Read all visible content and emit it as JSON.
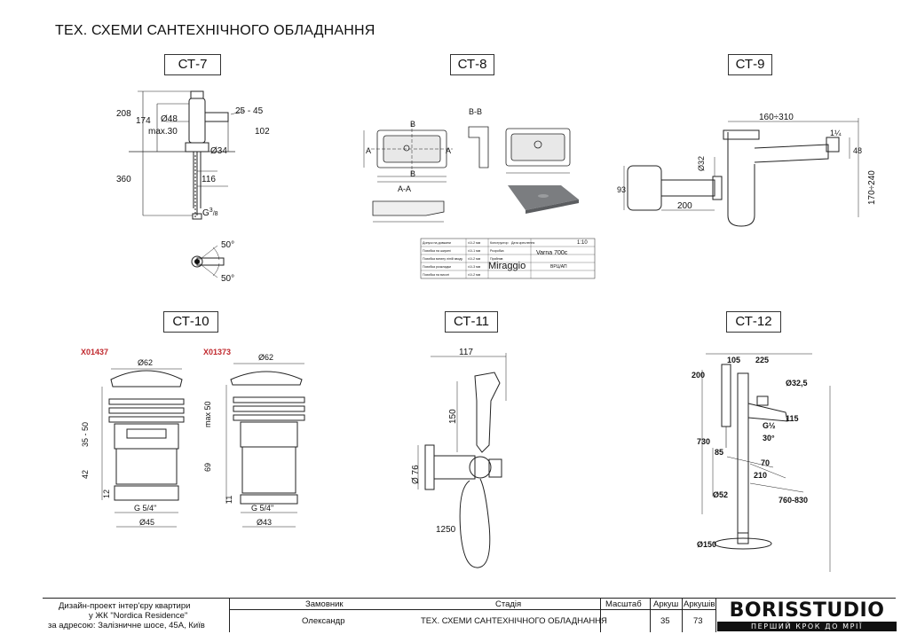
{
  "page": {
    "title": "ТЕХ. СХЕМИ САНТЕХНІЧНОГО ОБЛАДНАННЯ"
  },
  "labels": {
    "ct7": "СТ-7",
    "ct8": "СТ-8",
    "ct9": "СТ-9",
    "ct10": "СТ-10",
    "ct11": "СТ-11",
    "ct12": "СТ-12"
  },
  "ct7": {
    "dims": [
      "208",
      "174",
      "Ø48",
      "max.30",
      "25 - 45",
      "102",
      "Ø34",
      "360",
      "116",
      "G",
      "3",
      "/8",
      "50°",
      "50°"
    ]
  },
  "ct8": {
    "sections": [
      "B-B",
      "A-A"
    ],
    "marks": [
      "A",
      "A",
      "B",
      "B"
    ],
    "table_rows": [
      [
        "Допуск на довжини",
        "±1/-2 мм",
        "Конструктор",
        "Дата креслення"
      ],
      [
        "Похибка на ширині",
        "±1/-1 мм",
        "Розробка",
        ""
      ],
      [
        "Похибка вигину ліній зводу",
        "±1/-2 мм",
        "Прийняв",
        ""
      ],
      [
        "Похибка розкладки",
        "±1/-3 мм",
        "",
        ""
      ],
      [
        "Похибка на висоті",
        "±1/-2 мм",
        "",
        ""
      ]
    ],
    "model": "Varna 700c",
    "brand": "Miraggio",
    "scale": "1:10",
    "code": "ВРЦ/АП"
  },
  "ct9": {
    "dims": [
      "160÷310",
      "1¼",
      "48",
      "Ø32",
      "93",
      "200",
      "170÷240"
    ]
  },
  "ct10": {
    "codes": [
      "X01437",
      "X01373"
    ],
    "left_dims": [
      "Ø62",
      "35 - 50",
      "42",
      "12",
      "G 5/4\"",
      "Ø45"
    ],
    "right_dims": [
      "Ø62",
      "max 50",
      "69",
      "11",
      "G 5/4\"",
      "Ø43"
    ]
  },
  "ct11": {
    "dims": [
      "117",
      "150",
      "Ø 76",
      "1250"
    ]
  },
  "ct12": {
    "dims": [
      "105",
      "225",
      "200",
      "Ø32,5",
      "115",
      "G½",
      "30°",
      "730",
      "85",
      "70",
      "210",
      "Ø52",
      "760-830",
      "Ø150"
    ]
  },
  "footer": {
    "project": [
      "Дизайн-проект інтер'єру квартири",
      "у ЖК \"Nordica Residence\"",
      "за адресою: Залізничне шосе, 45А, Київ"
    ],
    "customer_label": "Замовник",
    "customer_value": "Олександр",
    "stage_label": "Стадія",
    "stage_value": "ТЕХ. СХЕМИ САНТЕХНІЧНОГО ОБЛАДНАННЯ",
    "scale_label": "Масштаб",
    "sheet_label": "Аркуш",
    "sheets_label": "Аркушів",
    "sheet_value": "35",
    "sheets_value": "73",
    "logo": "BORISSTUDIO",
    "tagline": "ПЕРШИЙ КРОК ДО МРІЇ"
  }
}
